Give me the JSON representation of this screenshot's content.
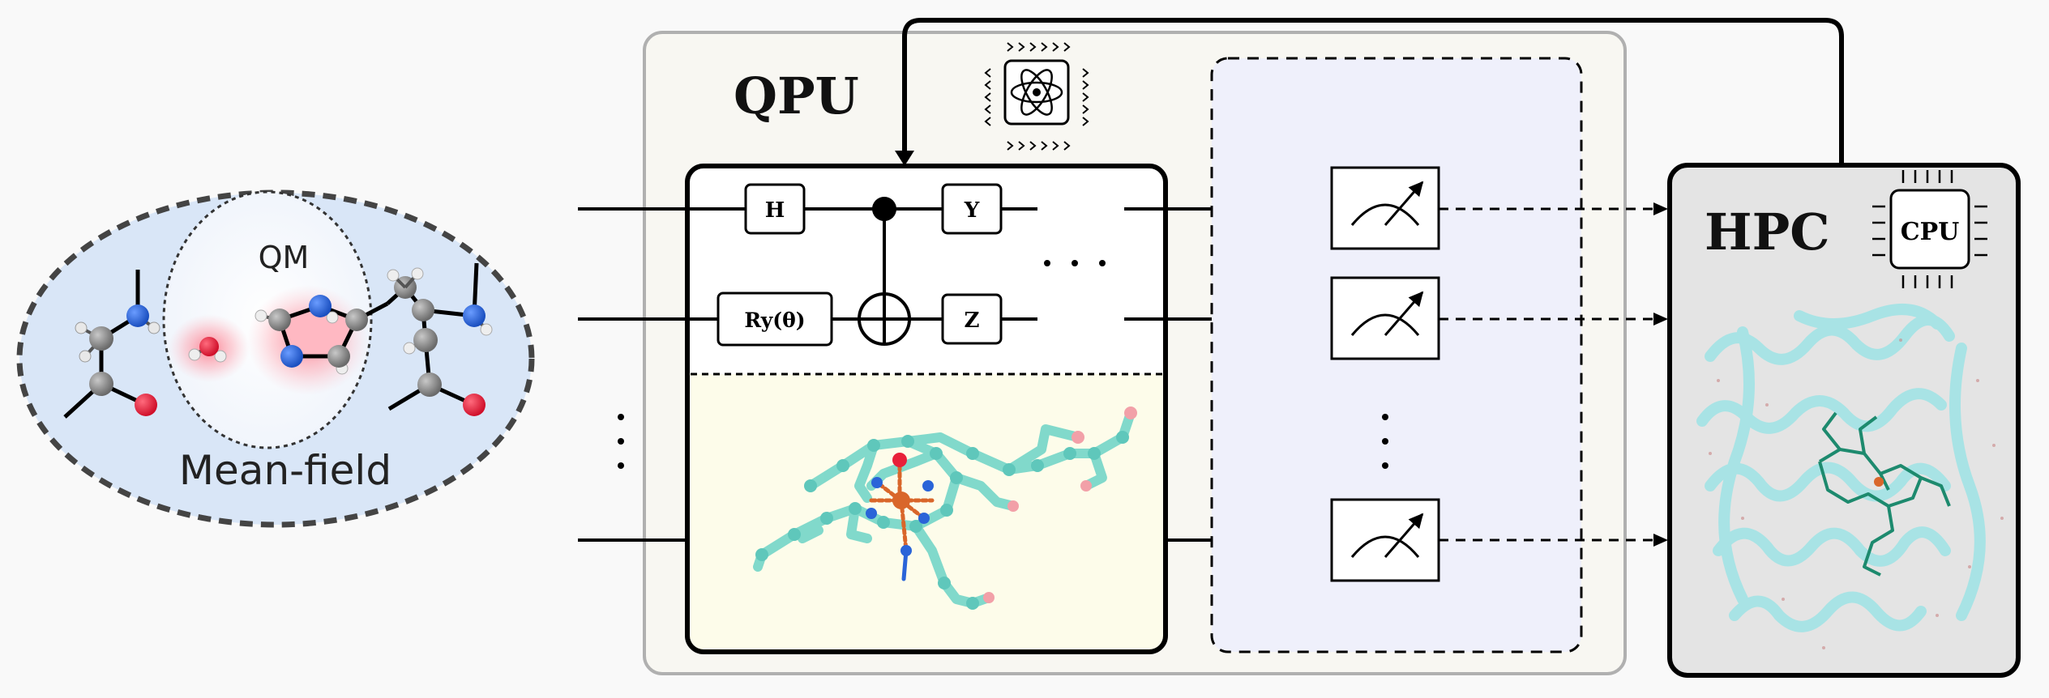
{
  "mm_region": {
    "qm_label": "QM",
    "mean_field_label": "Mean-field"
  },
  "qpu": {
    "title": "QPU",
    "gates": {
      "hadamard": "H",
      "pauli_y": "Y",
      "pauli_z": "Z",
      "rotation": "Ry(θ)"
    }
  },
  "hpc": {
    "title": "HPC",
    "cpu_label": "CPU"
  },
  "colors": {
    "qpu_panel": "#f8f7f2",
    "molecule_panel": "#fdfcea",
    "measure_panel": "#eff0fb",
    "hpc_panel": "#e4e4e4",
    "mm_ellipse": "#d9e6f7",
    "molecule_teal": "#6cd3c6",
    "oxygen_red": "#e8203a",
    "nitrogen_blue": "#2a64d8",
    "carbon_gray": "#808080",
    "iron_orange": "#d9662a"
  },
  "icons": {
    "quantum_chip": "atom-chip-icon",
    "cpu_chip": "cpu-chip-icon",
    "meter": "measurement-meter-icon"
  }
}
